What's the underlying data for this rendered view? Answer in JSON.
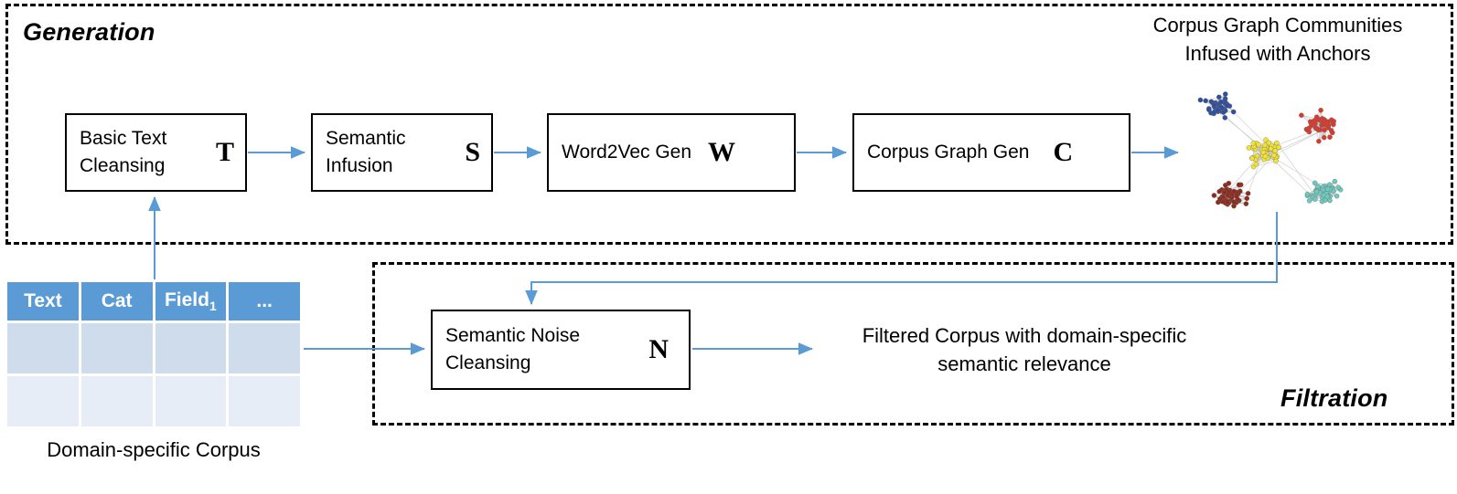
{
  "sections": {
    "generation": {
      "title": "Generation"
    },
    "filtration": {
      "title": "Filtration"
    }
  },
  "generation_steps": [
    {
      "name": "basic-text-cleansing",
      "label": "Basic  Text\nCleansing",
      "symbol": "T"
    },
    {
      "name": "semantic-infusion",
      "label": "Semantic\nInfusion",
      "symbol": "S"
    },
    {
      "name": "word2vec-gen",
      "label": "Word2Vec Gen",
      "symbol": "W"
    },
    {
      "name": "corpus-graph-gen",
      "label": "Corpus Graph Gen",
      "symbol": "C"
    }
  ],
  "filtration_steps": [
    {
      "name": "semantic-noise-cleansing",
      "label": "Semantic  Noise\nCleansing",
      "symbol": "N"
    }
  ],
  "graph_caption": "Corpus Graph Communities\nInfused with Anchors",
  "filtered_output": "Filtered Corpus with domain-specific\nsemantic relevance",
  "corpus_table": {
    "caption": "Domain-specific Corpus",
    "headers": [
      "Text",
      "Cat",
      "Field",
      "..."
    ],
    "header_subscripts": [
      "",
      "",
      "1",
      ""
    ],
    "rows": [
      [
        "",
        "",
        "",
        ""
      ],
      [
        "",
        "",
        "",
        ""
      ]
    ]
  },
  "network_graph": {
    "clusters": [
      {
        "name": "blue-cluster",
        "color": "#2E4E9E"
      },
      {
        "name": "red-cluster",
        "color": "#D83A2E"
      },
      {
        "name": "yellow-cluster",
        "color": "#F2E233"
      },
      {
        "name": "maroon-cluster",
        "color": "#8C2B1E"
      },
      {
        "name": "teal-cluster",
        "color": "#6DC9BE"
      }
    ],
    "edge_color": "#BEBEBE"
  },
  "colors": {
    "arrow": "#5B9BD5",
    "table_header": "#5B9BD5",
    "table_row_a": "#CFDCEC",
    "table_row_b": "#E7EDF6",
    "frame": "#000000"
  }
}
